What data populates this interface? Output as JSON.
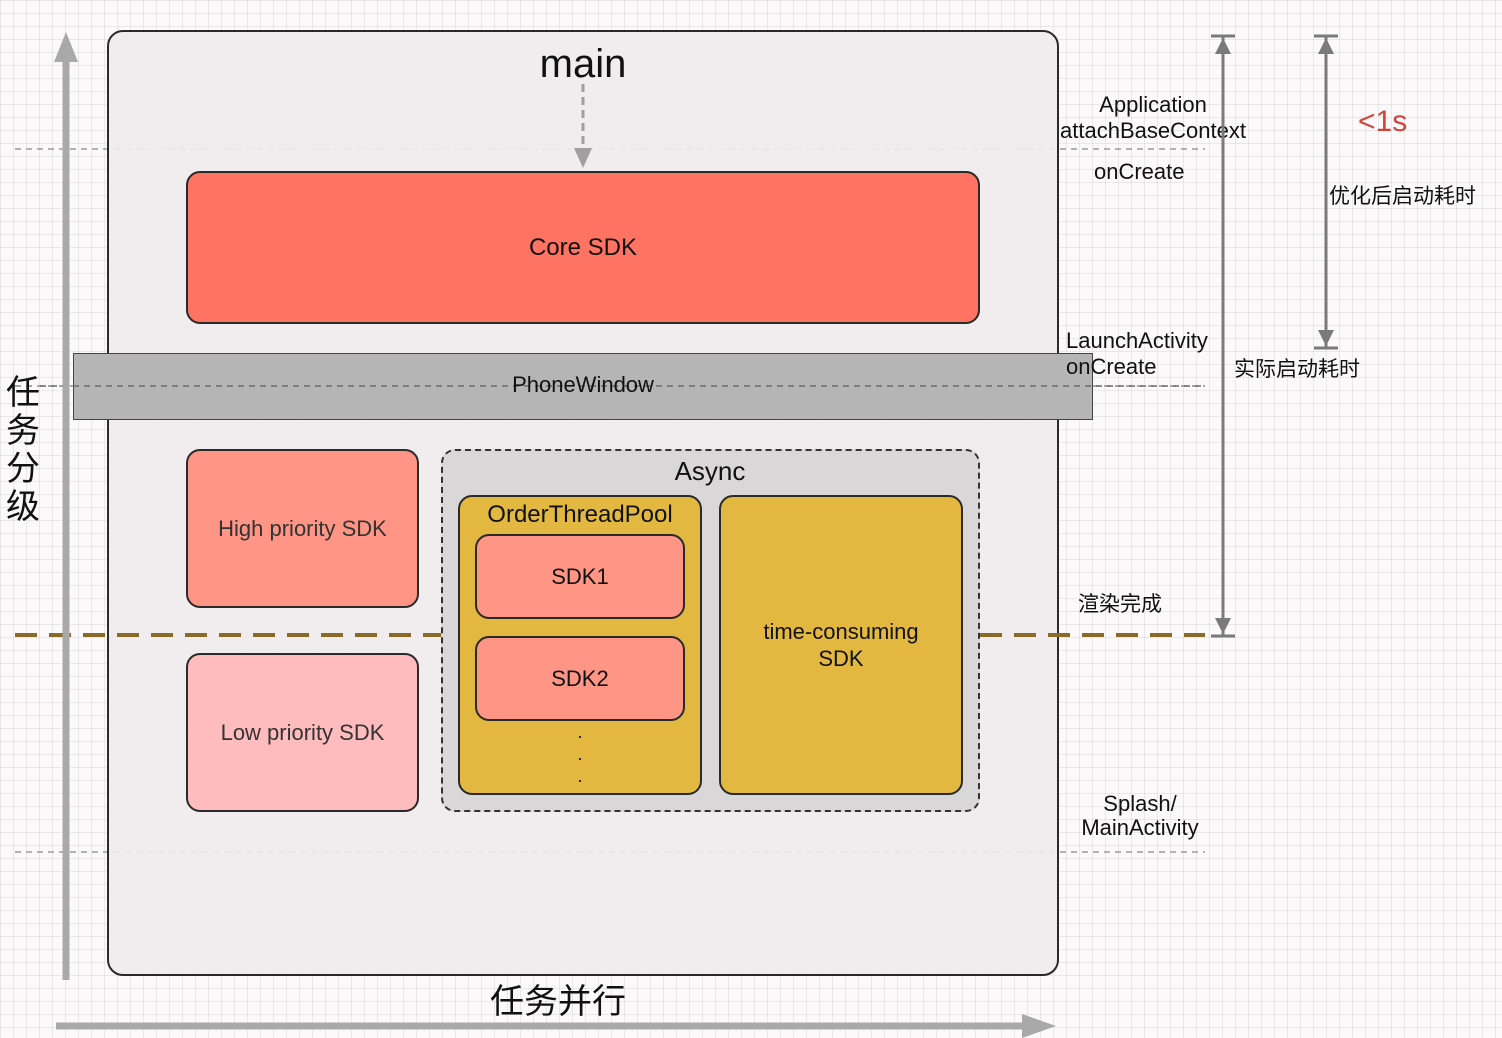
{
  "main_title": "main",
  "boxes": {
    "core": "Core SDK",
    "phone_window": "PhoneWindow",
    "high": "High priority SDK",
    "low": "Low priority SDK",
    "async": "Async",
    "order_pool": "OrderThreadPool",
    "sdk1": "SDK1",
    "sdk2": "SDK2",
    "ellipsis": "·\n·\n·",
    "time_consuming": "time-consuming\nSDK"
  },
  "stages": {
    "application": "Application\nattachBaseContext",
    "on_create": "onCreate",
    "launch_activity": "LaunchActivity\nonCreate",
    "render_done": "渲染完成",
    "splash": "Splash/\nMainActivity"
  },
  "timing": {
    "limit": "<1s",
    "optimized": "优化后启动耗时",
    "actual": "实际启动耗时"
  },
  "axes": {
    "vertical": "任\n务\n分\n级",
    "horizontal": "任务并行"
  },
  "colors": {
    "core": "#ff7363",
    "high": "#ff9585",
    "low": "#ffbcbf",
    "async_bg": "#d9d7d7",
    "gold": "#e3b840",
    "phone_window": "#b5b5b5",
    "limit_text": "#d0453a",
    "render_line": "#8a6a28"
  }
}
